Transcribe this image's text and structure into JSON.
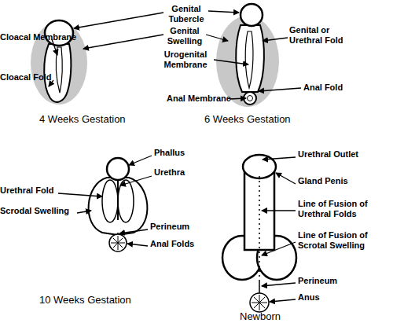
{
  "diagram": {
    "labels": [
      "Genital Tubercle",
      "Cloacal Membrane",
      "Genital Swelling",
      "Cloacal Fold",
      "Genital or Urethral Fold",
      "Urogenital Membrane",
      "Anal Fold",
      "Anal Membrane",
      "4 Weeks Gestation",
      "6 Weeks Gestation",
      "Phallus",
      "Urethra",
      "Urethral Fold",
      "Scrodal Swelling",
      "Perineum",
      "Anal Folds",
      "10 Weeks Gestation",
      "Urethral Outlet",
      "Gland Penis",
      "Line of Fusion of Urethral Folds",
      "Line of Fusion of Scrotal Swelling",
      "Perineum",
      "Anus",
      "Newborn"
    ]
  }
}
